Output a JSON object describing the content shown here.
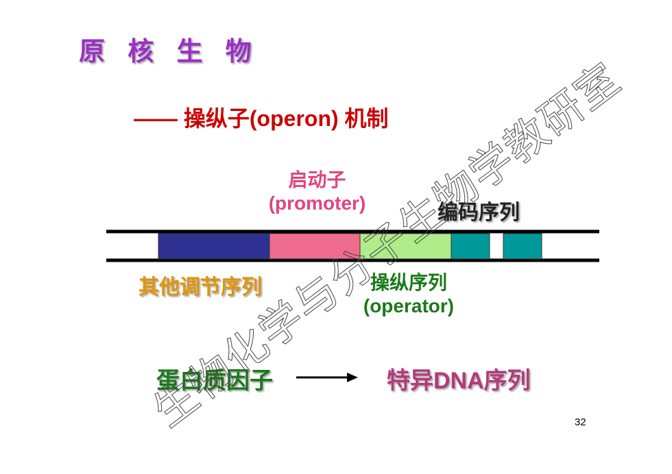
{
  "slide": {
    "title": "原 核 生 物",
    "subtitle": "—— 操纵子(operon) 机制",
    "page_number": "32"
  },
  "labels": {
    "promoter_cn": "启动子",
    "promoter_en": "(promoter)",
    "coding_sequence": "编码序列",
    "other_regulatory": "其他调节序列",
    "operator_cn": "操纵序列",
    "operator_en": "(operator)",
    "protein_factor": "蛋白质因子",
    "specific_dna": "特异DNA序列"
  },
  "diagram": {
    "segments": [
      {
        "id": "regulatory",
        "color": "#2e3192"
      },
      {
        "id": "promoter",
        "color": "#ef6c8f"
      },
      {
        "id": "operator",
        "color": "#b0ec8a"
      },
      {
        "id": "coding-1",
        "color": "#00999a"
      },
      {
        "id": "coding-2",
        "color": "#00999a"
      }
    ]
  },
  "watermark": {
    "text": "生物化学与分子生物学教研室"
  },
  "colors": {
    "title": "#9b2fc4",
    "subtitle": "#cc0000",
    "promoter": "#e2447e",
    "regulatory": "#e0950a",
    "operator": "#1a7a1a",
    "specific_dna": "#b23a7a"
  }
}
